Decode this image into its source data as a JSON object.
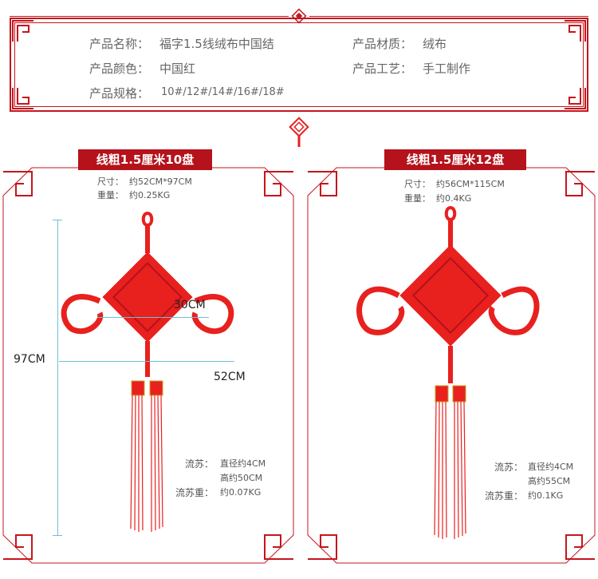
{
  "colors": {
    "accent": "#c4161c",
    "tab": "#b5121b",
    "knot": "#e8201e"
  },
  "info": {
    "name_label": "产品名称：",
    "name_value": "福字1.5线绒布中国结",
    "material_label": "产品材质：",
    "material_value": "绒布",
    "color_label": "产品颜色：",
    "color_value": "中国红",
    "craft_label": "产品工艺：",
    "craft_value": "手工制作",
    "size_label": "产品规格：",
    "size_value": "10#/12#/14#/16#/18#"
  },
  "left": {
    "tab": "线粗1.5厘米10盘",
    "size_label": "尺寸：",
    "size_value": "约52CM*97CM",
    "weight_label": "重量：",
    "weight_value": "约0.25KG",
    "dim_width": "30CM",
    "dim_height": "97CM",
    "dim_span": "52CM",
    "tassel_label": "流苏：",
    "tassel_diameter": "直径约4CM",
    "tassel_height": "高约50CM",
    "tassel_weight_label": "流苏重：",
    "tassel_weight": "约0.07KG"
  },
  "right": {
    "tab": "线粗1.5厘米12盘",
    "size_label": "尺寸：",
    "size_value": "约56CM*115CM",
    "weight_label": "重量：",
    "weight_value": "约0.4KG",
    "tassel_label": "流苏：",
    "tassel_diameter": "直径约4CM",
    "tassel_height": "高约55CM",
    "tassel_weight_label": "流苏重：",
    "tassel_weight": "约0.1KG"
  },
  "icons": [
    "diamond-ornament-icon",
    "mini-knot-icon",
    "fu-character-icon"
  ]
}
